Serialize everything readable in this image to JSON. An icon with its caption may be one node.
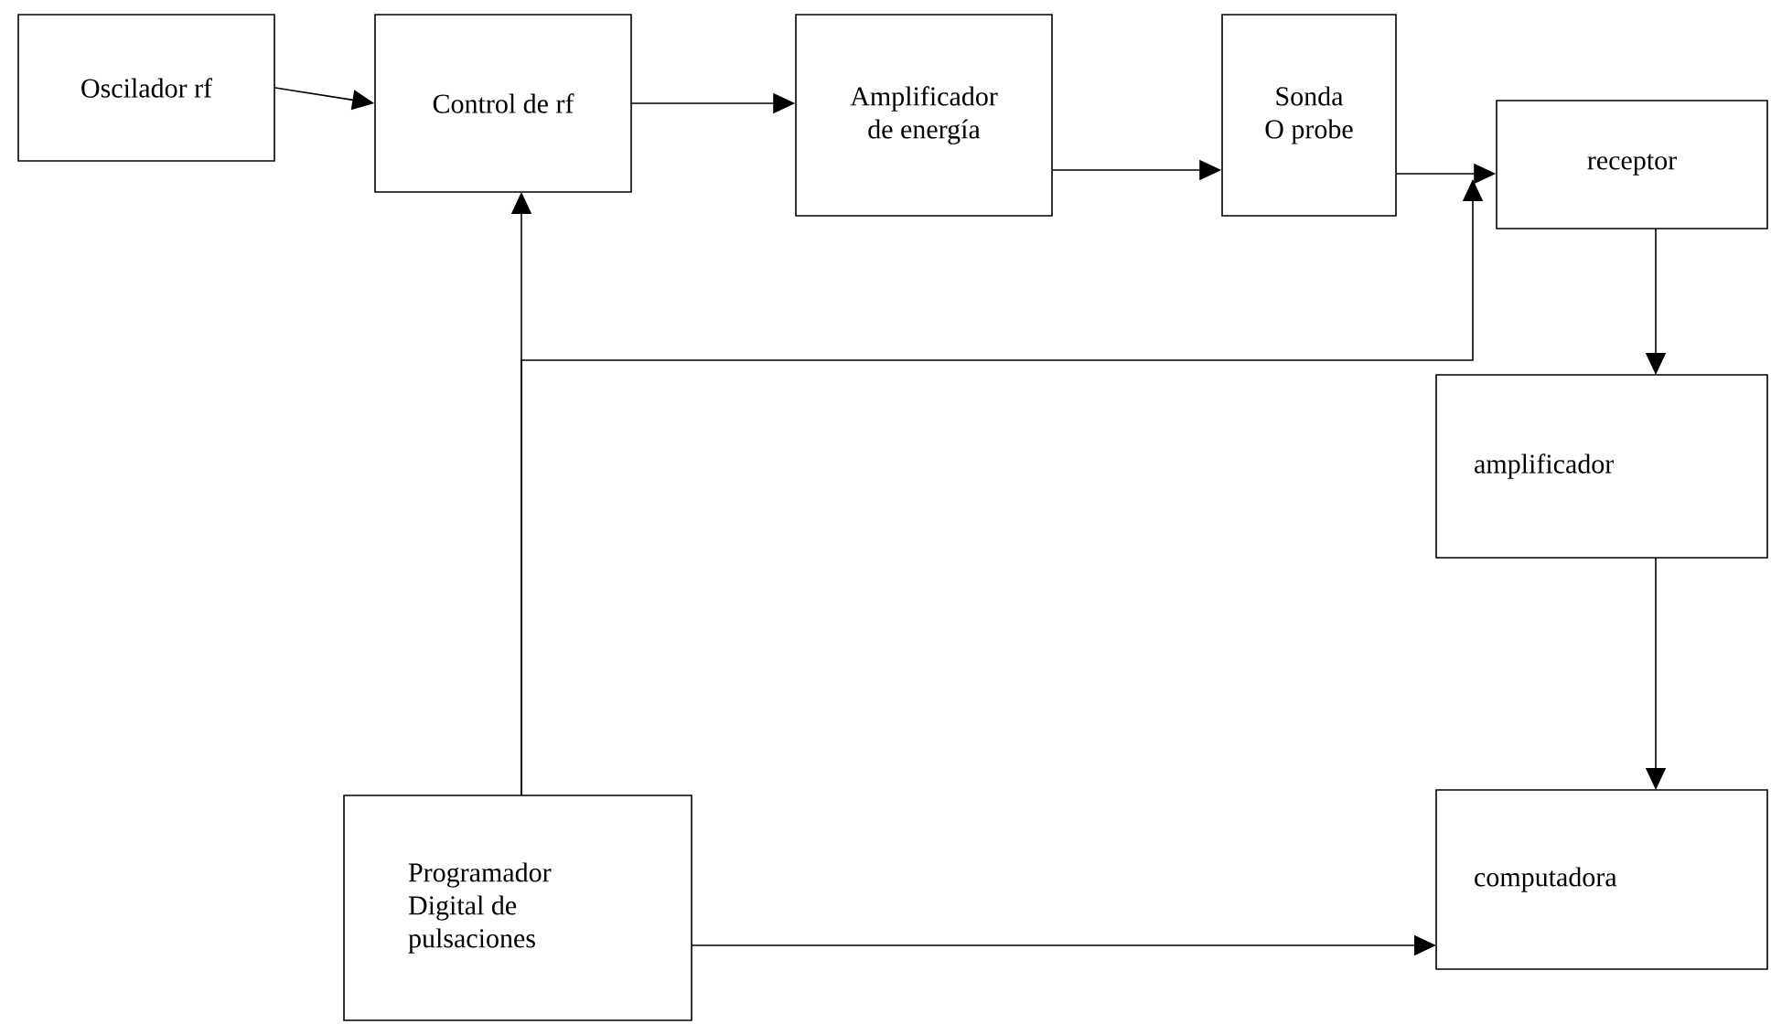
{
  "diagram": {
    "nodes": [
      {
        "text": [
          "Oscilador rf"
        ]
      },
      {
        "text": [
          "Control de rf"
        ]
      },
      {
        "text": [
          "Amplificador de energía"
        ]
      },
      {
        "text": [
          "Sonda O probe"
        ]
      },
      {
        "text": [
          "receptor"
        ]
      },
      {
        "text": [
          "amplificador"
        ]
      },
      {
        "text": [
          "computadora"
        ]
      },
      {
        "text": [
          "Programador Digital de pulsaciones"
        ]
      }
    ],
    "edges": [
      {
        "from": 0,
        "to": 1,
        "arrow": "to"
      },
      {
        "from": 1,
        "to": 2,
        "arrow": "to"
      },
      {
        "from": 2,
        "to": 3,
        "arrow": "to"
      },
      {
        "from": 3,
        "to": 4,
        "arrow": "to"
      },
      {
        "from": 7,
        "to": 1,
        "arrow": "to"
      },
      {
        "from": 7,
        "to": 4,
        "arrow": "to"
      },
      {
        "from": 4,
        "to": 5,
        "arrow": "to"
      },
      {
        "from": 5,
        "to": 6,
        "arrow": "to"
      },
      {
        "from": 7,
        "to": 6,
        "arrow": "to"
      }
    ]
  }
}
